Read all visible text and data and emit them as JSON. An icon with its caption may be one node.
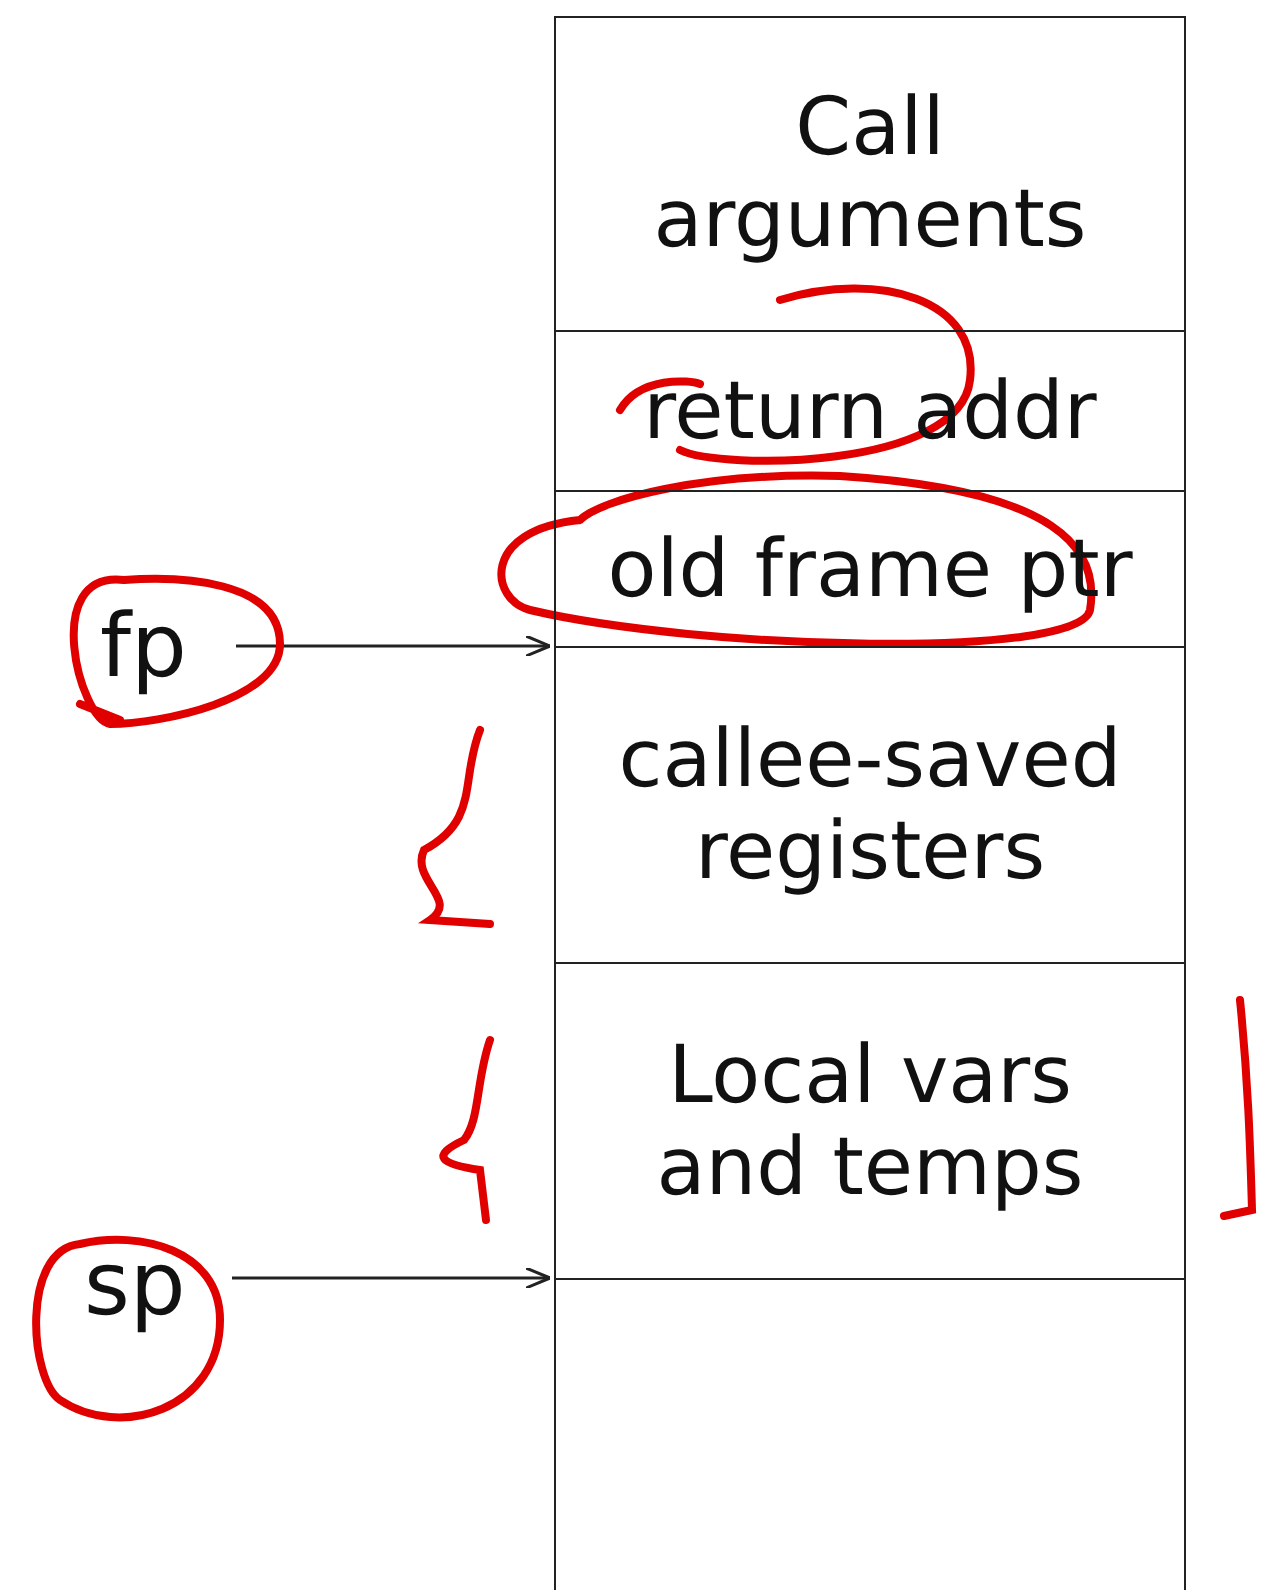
{
  "diagram": {
    "nodes": [
      {
        "text": [
          "Call arguments"
        ]
      },
      {
        "text": [
          "return addr"
        ]
      },
      {
        "text": [
          "old frame ptr"
        ]
      },
      {
        "text": [
          "callee-saved registers"
        ]
      },
      {
        "text": [
          "Local vars and temps"
        ]
      },
      {
        "text": [],
        "shape": "box"
      },
      {
        "text": [
          "fp"
        ]
      },
      {
        "text": [
          "sp"
        ]
      }
    ],
    "edges": [
      {
        "from": 6,
        "to": 3,
        "arrow": "to"
      },
      {
        "from": 7,
        "to": 5,
        "arrow": "to"
      }
    ]
  }
}
